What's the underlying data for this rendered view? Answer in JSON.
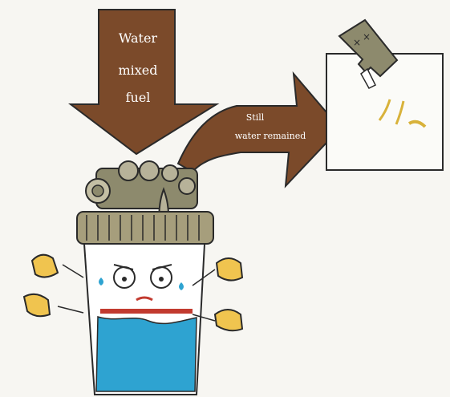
{
  "illustration": {
    "down_arrow_text": [
      "Water",
      "mixed",
      "fuel"
    ],
    "curved_arrow_text": [
      "Still",
      "water remained"
    ],
    "colors": {
      "arrow_brown": "#7b4a2a",
      "filter_cap": "#a69e7c",
      "filter_head": "#8d8a6d",
      "water": "#2ea3d1",
      "glove_yellow": "#f0c44f",
      "red_line": "#c23a2f",
      "outline": "#2a2a2a"
    },
    "icons": [
      "down-arrow-icon",
      "curved-arrow-icon",
      "fuel-filter-icon",
      "bottle-icon",
      "glove-icon"
    ]
  }
}
